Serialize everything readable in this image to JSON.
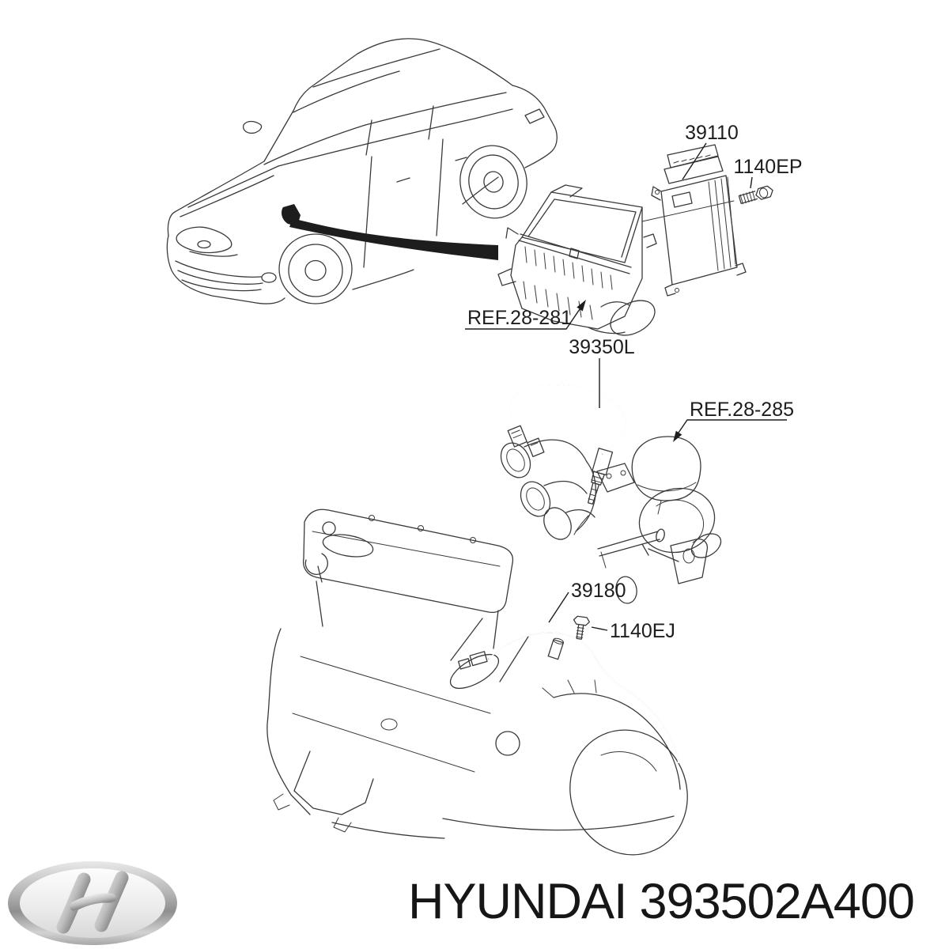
{
  "page": {
    "background": "#ffffff",
    "line_color": "#3a3a3a",
    "label_color": "#1d1d1d"
  },
  "diagram": {
    "callouts": {
      "ecu": "39110",
      "ecu_bolt": "1140EP",
      "air_cleaner_ref": "REF.28-281",
      "oxygen_sensor": "39350L",
      "exhaust_manifold_ref": "REF.28-285",
      "wiring_harness": "39180",
      "harness_bolt": "1140EJ"
    }
  },
  "footer": {
    "brand": "HYUNDAI",
    "part_number": "393502A400"
  }
}
